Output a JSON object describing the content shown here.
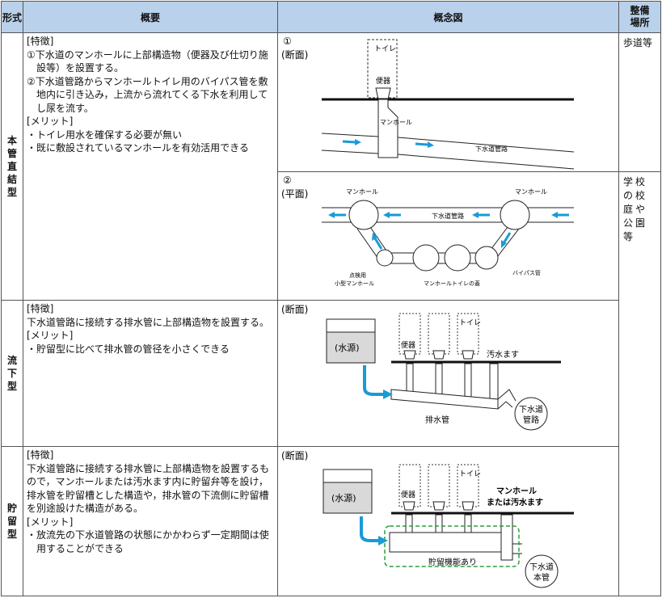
{
  "header": {
    "col_type": "形式",
    "col_overview": "概要",
    "col_diagram": "概念図",
    "col_place_1": "整備",
    "col_place_2": "場所"
  },
  "rows": [
    {
      "type_chars": [
        "本",
        "管",
        "直",
        "結",
        "型"
      ],
      "overview": [
        "[特徴]",
        "①下水道のマンホールに上部構造物（便器及び仕切り施設等）を設置する。",
        "②下水道管路からマンホールトイレ用のバイパス管を敷地内に引き込み，上流から流れてくる下水を利用してし尿を流す。",
        "[メリット]",
        "・トイレ用水を確保する必要が無い",
        "・既に敷設されているマンホールを有効活用できる"
      ],
      "diagram1": {
        "num": "①",
        "view": "(断面)",
        "toilet": "トイレ",
        "bowl": "便器",
        "manhole": "マンホール",
        "pipe": "下水道管路"
      },
      "diagram2": {
        "num": "②",
        "view": "(平面)",
        "manhole_left": "マンホール",
        "manhole_right": "マンホール",
        "pipe": "下水道管路",
        "small_1": "点検用",
        "small_2": "小型マンホール",
        "cover": "マンホールトイレの蓋",
        "bypass": "バイパス管"
      },
      "place_1": "歩道等",
      "place_2": "学校の校庭や公園等"
    },
    {
      "type_chars": [
        "流",
        "下",
        "型"
      ],
      "overview": [
        "[特徴]",
        "下水道管路に接続する排水管に上部構造物を設置する。",
        "[メリット]",
        "・貯留型に比べて排水管の管径を小さくできる"
      ],
      "diagram": {
        "view": "(断面)",
        "water": "(水源)",
        "bowl": "便器",
        "toilet": "トイレ",
        "basin": "汚水ます",
        "drain": "排水管",
        "sewer_1": "下水道",
        "sewer_2": "管路"
      }
    },
    {
      "type_chars": [
        "貯",
        "留",
        "型"
      ],
      "overview": [
        "[特徴]",
        "下水道管路に接続する排水管に上部構造物を設置するもので，マンホールまたは汚水ます内に貯留弁等を設け，排水管を貯留槽とした構造や，排水管の下流側に貯留槽を別途設けた構造がある。",
        "[メリット]",
        "・放流先の下水道管路の状態にかかわらず一定期間は使用することができる"
      ],
      "diagram": {
        "view": "(断面)",
        "water": "(水源)",
        "bowl": "便器",
        "toilet": "トイレ",
        "manhole_1": "マンホール",
        "manhole_2": "または汚水ます",
        "storage": "貯留機能あり",
        "sewer_1": "下水道",
        "sewer_2": "本管"
      }
    }
  ],
  "colors": {
    "header_bg": "#b9d1ea",
    "arrow": "#1a9ad6",
    "line": "#1a1a1a",
    "storage_dash": "#2e9e3e"
  }
}
